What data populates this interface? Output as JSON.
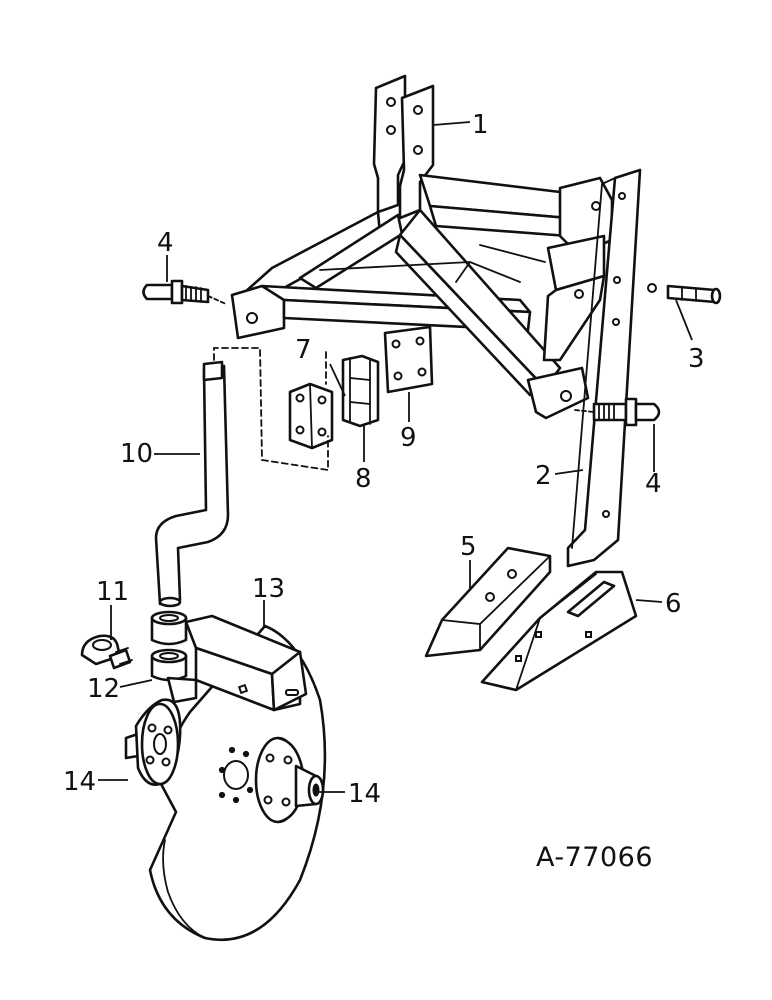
{
  "drawing_number": "A-77066",
  "callouts": {
    "c1": "1",
    "c2": "2",
    "c3": "3",
    "c4a": "4",
    "c4b": "4",
    "c5": "5",
    "c6": "6",
    "c7": "7",
    "c8": "8",
    "c9": "9",
    "c10": "10",
    "c11": "11",
    "c12": "12",
    "c13": "13",
    "c14a": "14",
    "c14b": "14"
  }
}
